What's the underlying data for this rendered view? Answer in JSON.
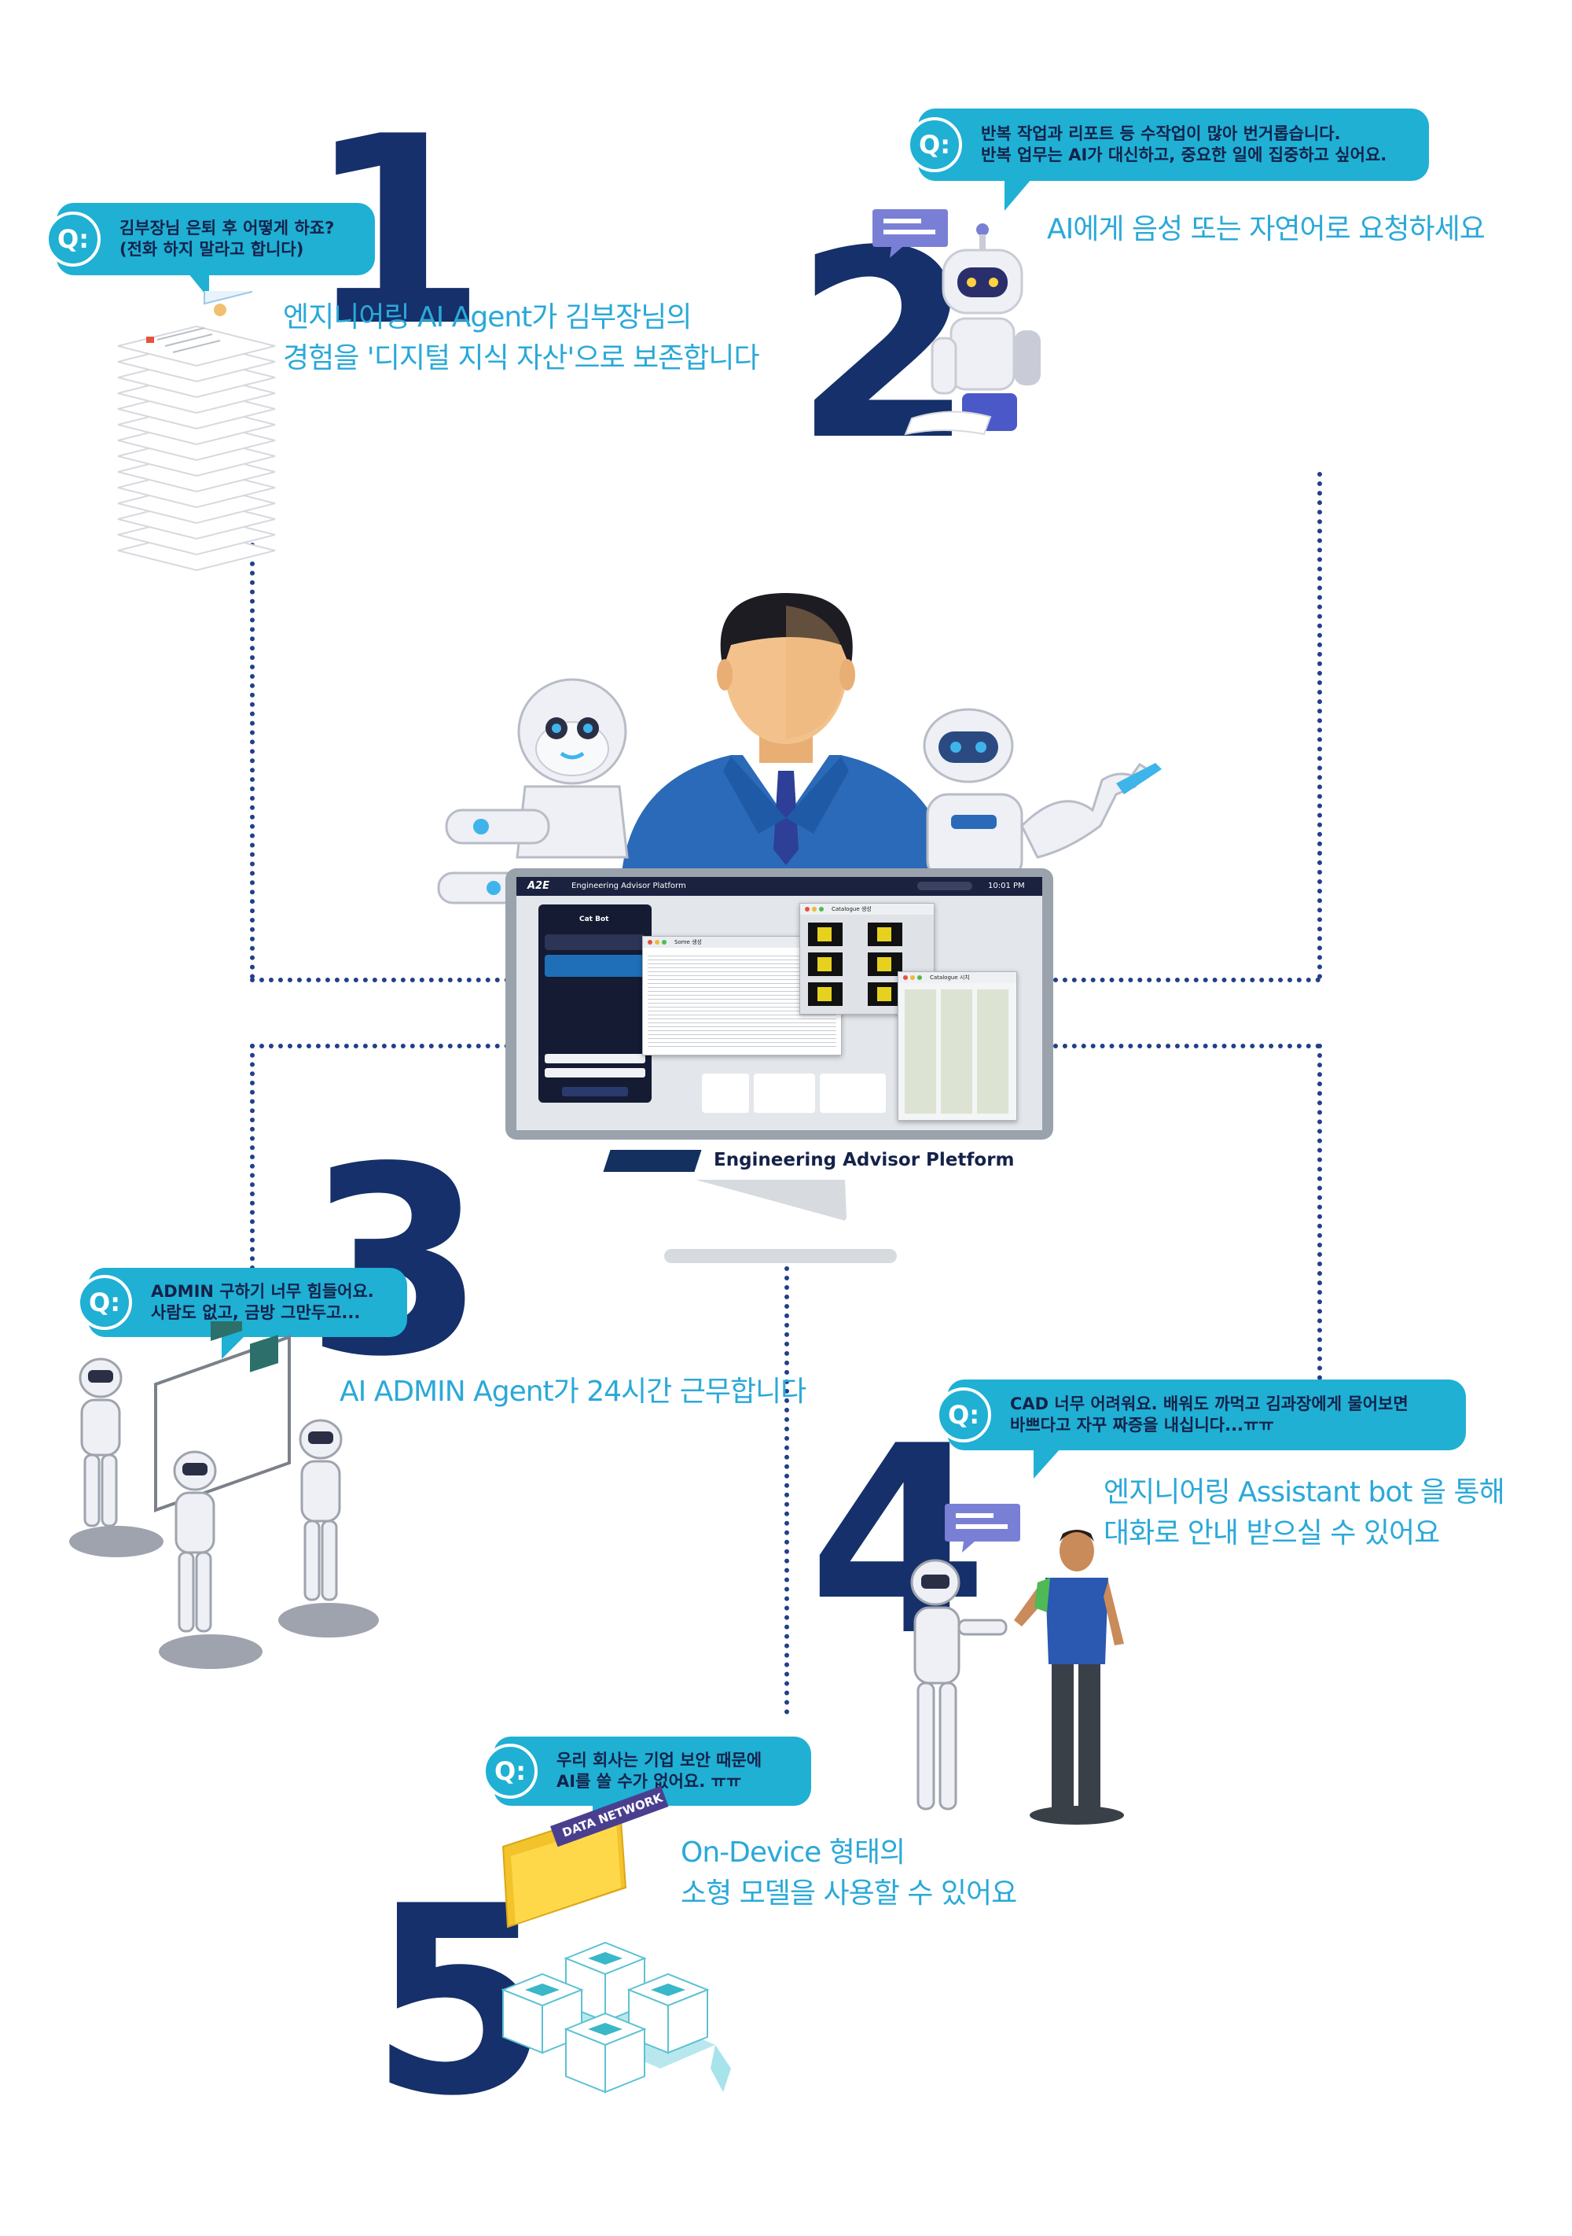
{
  "step1": {
    "number": "1",
    "q_mark": "Q:",
    "question_lines": [
      "김부장님 은퇴 후 어떻게 하죠?",
      "(전화 하지 말라고 합니다)"
    ],
    "answer_lines": [
      "엔지니어링 AI Agent가 김부장님의",
      "경험을 '디지털 지식 자산'으로 보존합니다"
    ]
  },
  "step2": {
    "number": "2",
    "q_mark": "Q:",
    "question_lines": [
      "반복 작업과 리포트 등 수작업이 많아 번거롭습니다.",
      "반복 업무는 AI가 대신하고, 중요한 일에 집중하고 싶어요."
    ],
    "answer_lines": [
      "AI에게 음성 또는 자연어로 요청하세요"
    ]
  },
  "step3": {
    "number": "3",
    "q_mark": "Q:",
    "question_lines": [
      "ADMIN 구하기 너무 힘들어요.",
      "사람도 없고, 금방 그만두고..."
    ],
    "answer_lines": [
      "AI ADMIN Agent가 24시간 근무합니다"
    ]
  },
  "step4": {
    "number": "4",
    "q_mark": "Q:",
    "question_lines": [
      "CAD 너무 어려워요. 배워도 까먹고 김과장에게 물어보면",
      "바쁘다고 자꾸 짜증을 내십니다...ㅠㅠ"
    ],
    "answer_lines": [
      "엔지니어링 Assistant bot 을 통해",
      "대화로 안내 받으실 수 있어요"
    ]
  },
  "step5": {
    "number": "5",
    "q_mark": "Q:",
    "question_lines": [
      "우리 회사는 기업 보안 때문에",
      "AI를 쓸 수가 없어요. ㅠㅠ"
    ],
    "answer_lines": [
      "On-Device 형태의",
      "소형 모델을 사용할 수 있어요"
    ],
    "folder_label": "DATA NETWORK"
  },
  "monitor": {
    "app_title": "Engineering Advisor Platform",
    "clock": "10:01 PM",
    "logo_text": "A2E",
    "brand_caption": "Engineering Advisor Pletform",
    "chat_title": "Cat Bot",
    "window_table": "Some 생성",
    "window_catalog1": "Catalogue 생성",
    "window_catalog2": "Catalogue 시치"
  },
  "colors": {
    "navy": "#15306a",
    "cyan": "#1fb0d4",
    "answer_text": "#2aa9d8",
    "dotted_line": "#223f8a"
  }
}
